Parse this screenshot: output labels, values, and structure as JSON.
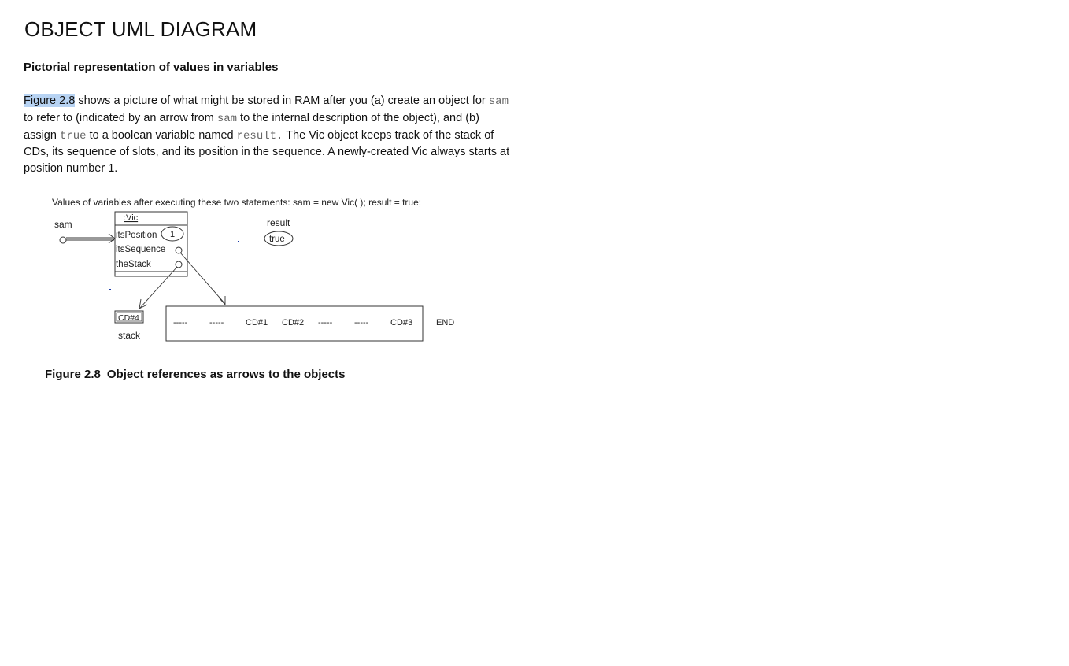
{
  "page": {
    "title": "OBJECT UML DIAGRAM",
    "subtitle": "Pictorial representation of values in variables"
  },
  "paragraph": {
    "figure_ref": "Figure 2.8",
    "t1": " shows a picture of what might be stored in RAM after you (a) create an object for ",
    "code_sam1": "sam",
    "t2": " to refer to (indicated by an arrow from ",
    "code_sam2": "sam",
    "t3": " to the internal description of the object), and (b) assign ",
    "code_true": "true",
    "t4": " to a boolean variable named ",
    "code_result": "result.",
    "t5": "  The Vic object keeps track of the stack of CDs, its sequence of slots, and its position in the sequence. A newly-created Vic always starts at position number 1."
  },
  "diagram": {
    "header": "Values of variables after executing these two statements:  sam = new  Vic( );  result = true;",
    "var_sam": "sam",
    "obj_title": ":Vic",
    "fields": [
      "itsPosition",
      "itsSequence",
      "theStack"
    ],
    "position_value": "1",
    "result_label": "result",
    "result_value": "true",
    "stack_item": "CD#4",
    "stack_label": "stack",
    "slots": [
      "-----",
      "-----",
      "CD#1",
      "CD#2",
      "-----",
      "-----",
      "CD#3"
    ],
    "end_label": "END"
  },
  "caption": {
    "label": "Figure 2.8",
    "text": "Object references as arrows to the objects"
  }
}
